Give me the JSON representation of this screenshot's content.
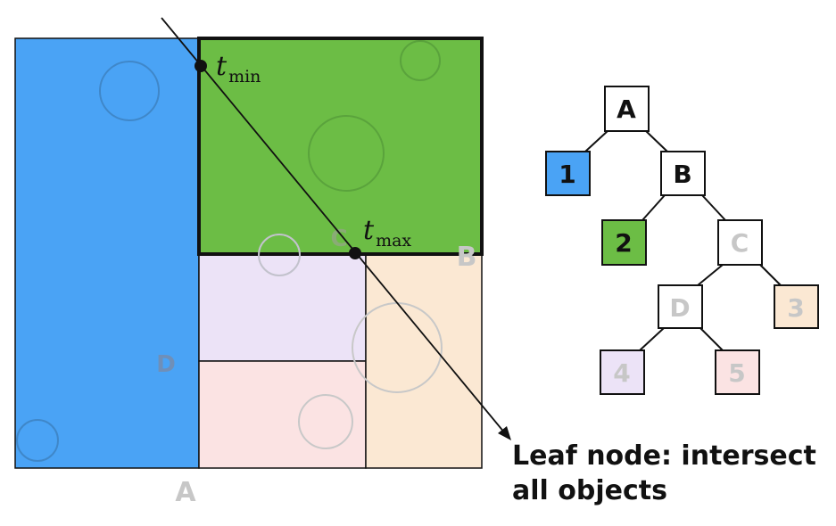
{
  "scene": {
    "region_labels": {
      "A": "A",
      "B": "B",
      "C": "C",
      "D": "D"
    },
    "t_min": {
      "symbol": "t",
      "subscript": "min"
    },
    "t_max": {
      "symbol": "t",
      "subscript": "max"
    },
    "caption_line1": "Leaf node: intersect",
    "caption_line2": "all objects"
  },
  "tree": {
    "nodes": {
      "A": "A",
      "B": "B",
      "C": "C",
      "D": "D",
      "1": "1",
      "2": "2",
      "3": "3",
      "4": "4",
      "5": "5"
    }
  },
  "colors": {
    "blue": "#4aa3f5",
    "green": "#6cbd45",
    "lavender": "#ece3f7",
    "pink": "#fbe3e3",
    "peach": "#fbe8d3",
    "grey_text": "#c7c7c7",
    "outline": "#111111"
  }
}
